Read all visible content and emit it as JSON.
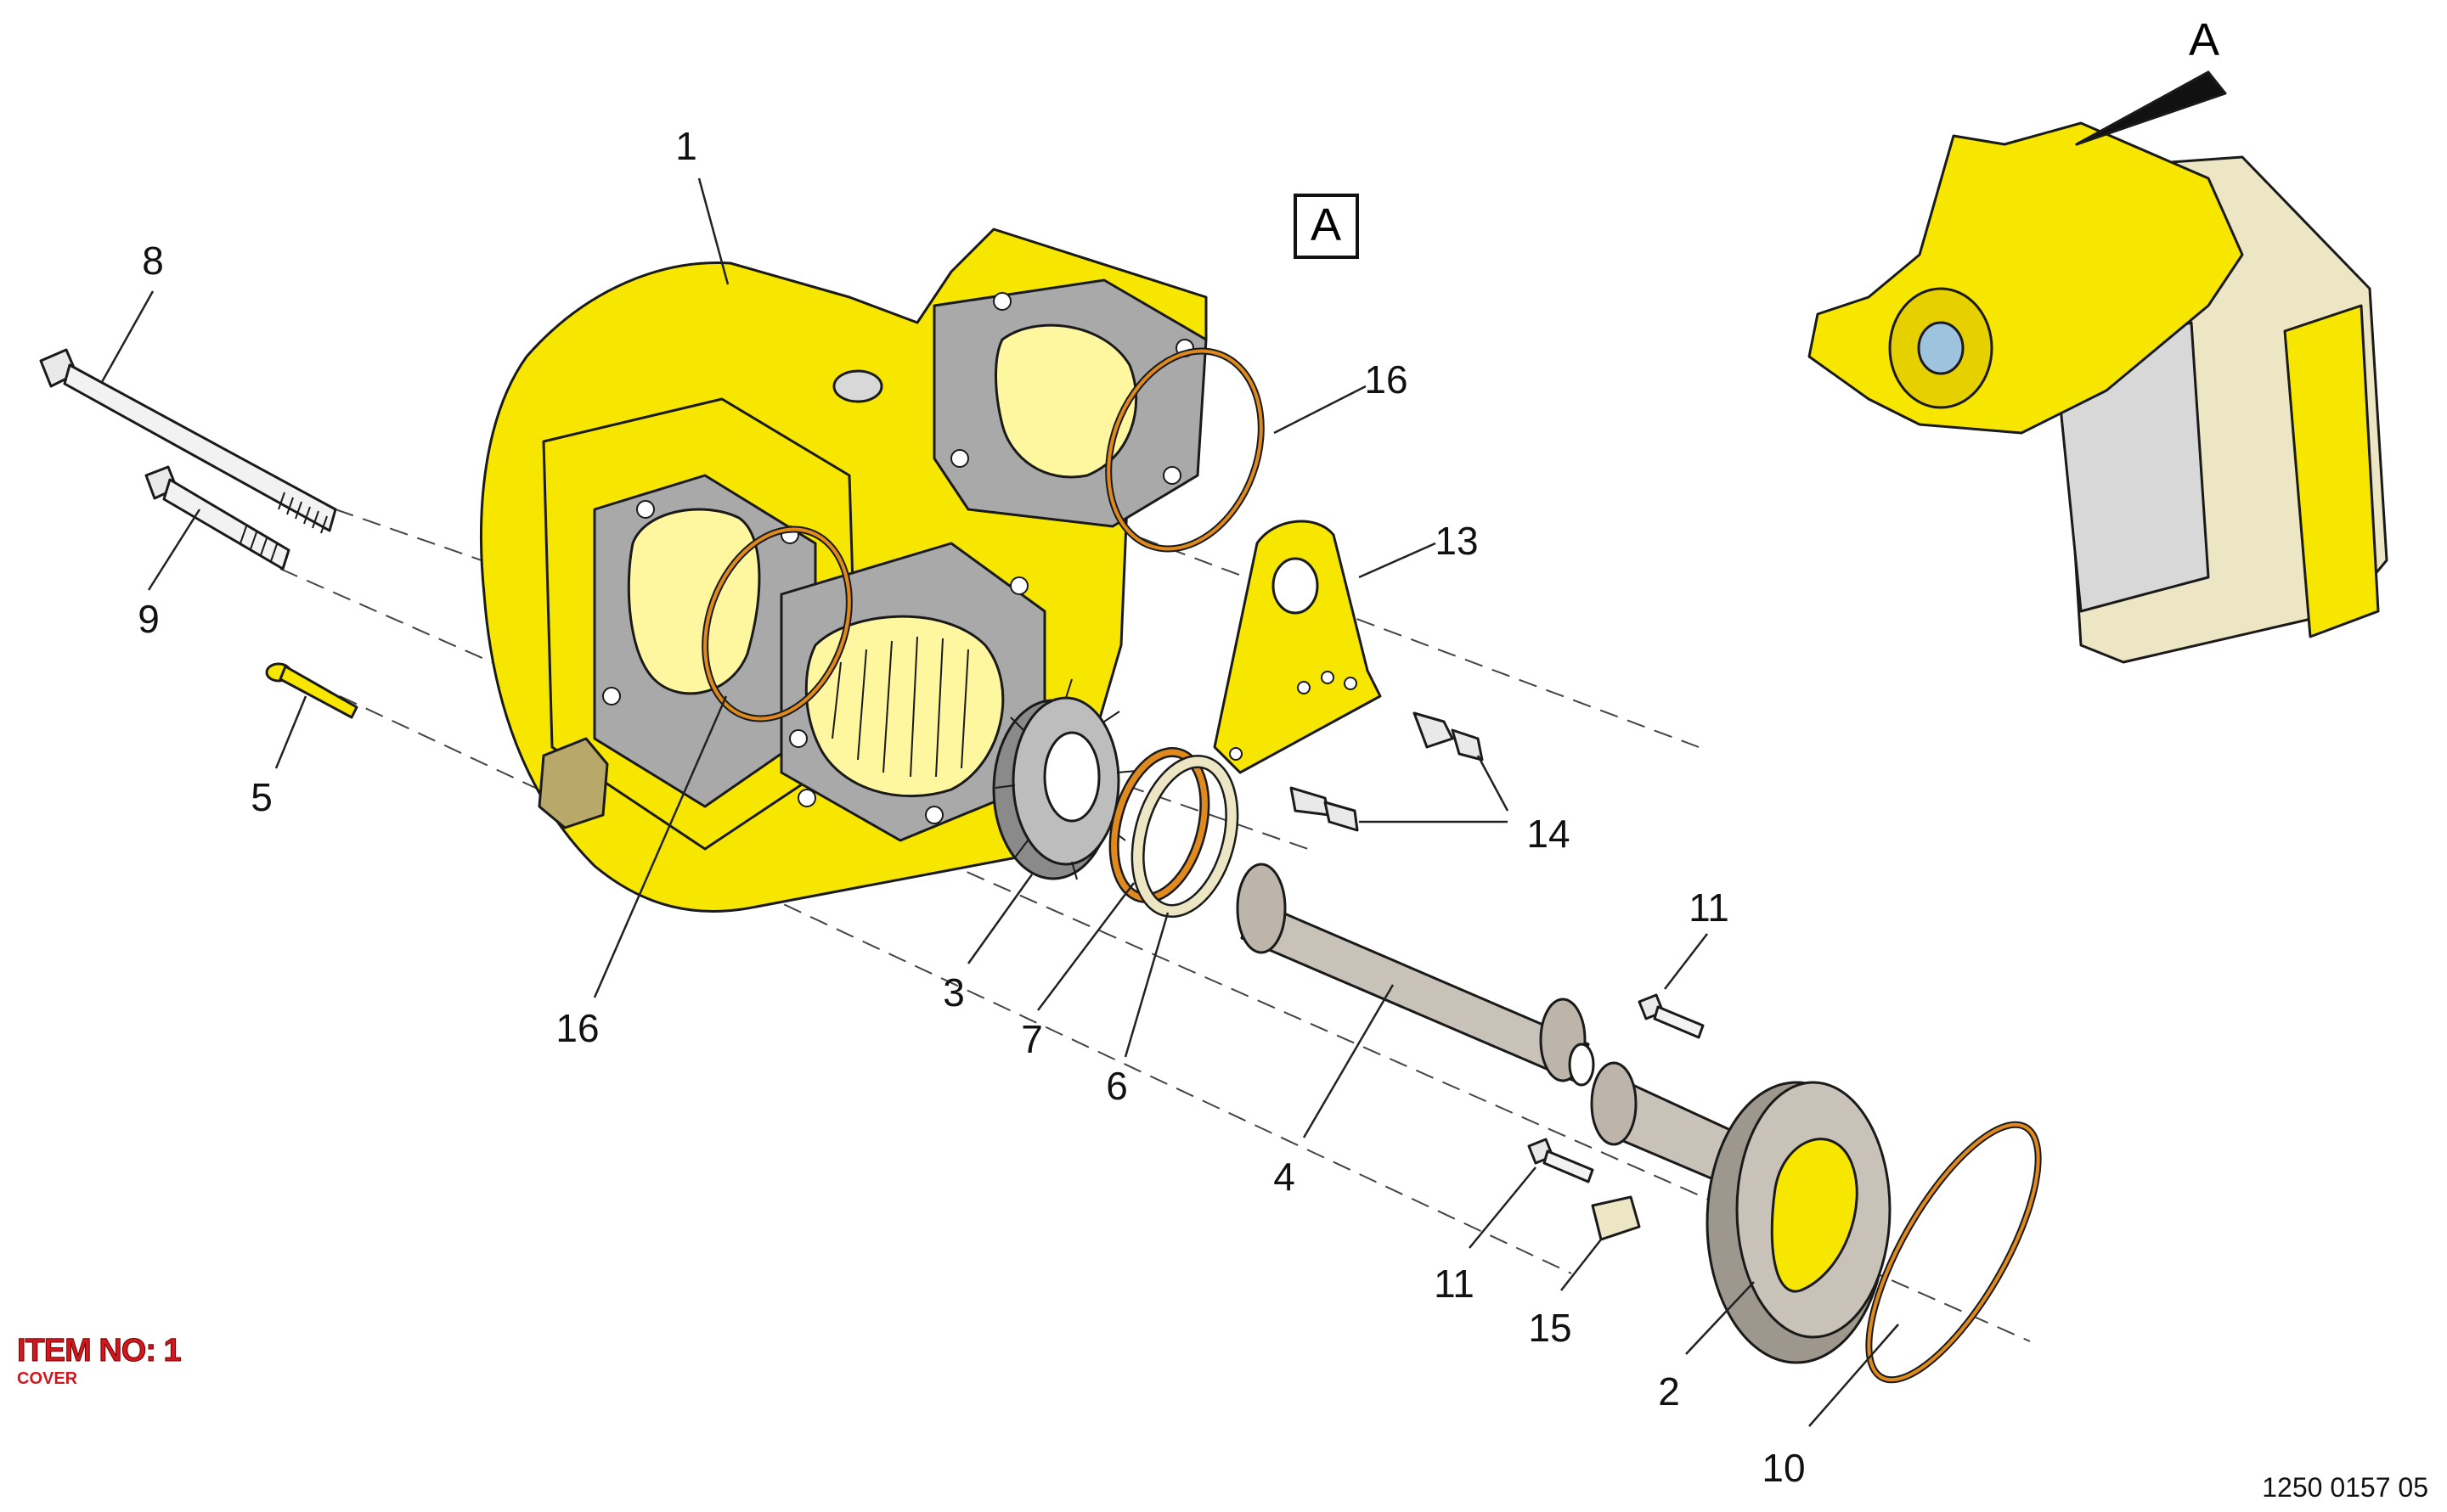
{
  "item": {
    "number_label": "ITEM NO: 1",
    "name": "COVER"
  },
  "reference_code": "1250 0157 05",
  "view_marker": "A",
  "view_arrow_label": "A",
  "callouts": {
    "c1": "1",
    "c2": "2",
    "c3": "3",
    "c4": "4",
    "c5": "5",
    "c6": "6",
    "c7": "7",
    "c8": "8",
    "c9": "9",
    "c10": "10",
    "c11a": "11",
    "c11b": "11",
    "c13": "13",
    "c14": "14",
    "c15": "15",
    "c16a": "16",
    "c16b": "16"
  },
  "colors": {
    "highlight": "#f6e600",
    "label_red": "#d1181f",
    "gasket": "#9a9a9a",
    "shaft": "#c9c2b8",
    "oring": "#e08a1e",
    "housing": "#ece6c4"
  }
}
